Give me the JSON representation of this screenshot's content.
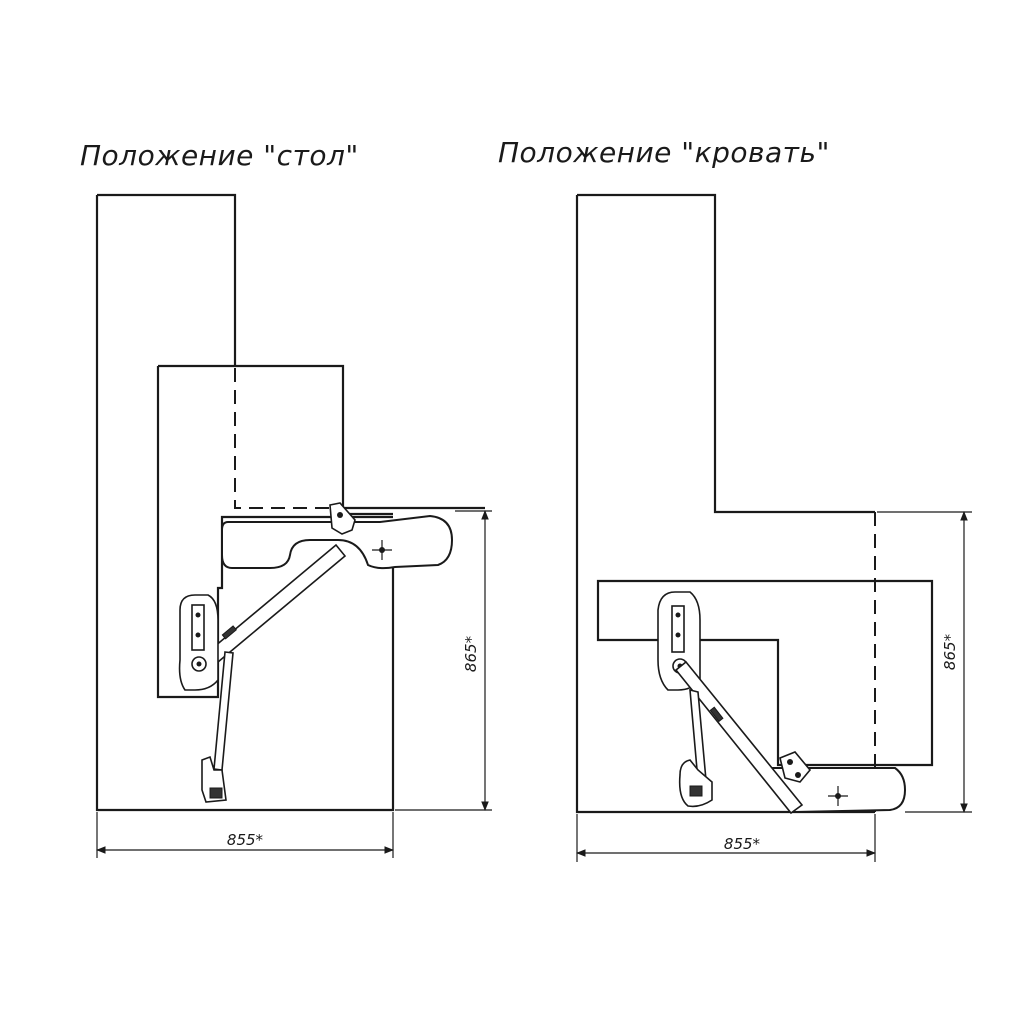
{
  "diagrams": {
    "table": {
      "title": "Положение \"стол\"",
      "width_label": "855*",
      "height_label": "865*"
    },
    "bed": {
      "title": "Положение \"кровать\"",
      "width_label": "855*",
      "height_label": "865*"
    }
  },
  "colors": {
    "line": "#1a1a1a",
    "background": "#ffffff"
  }
}
